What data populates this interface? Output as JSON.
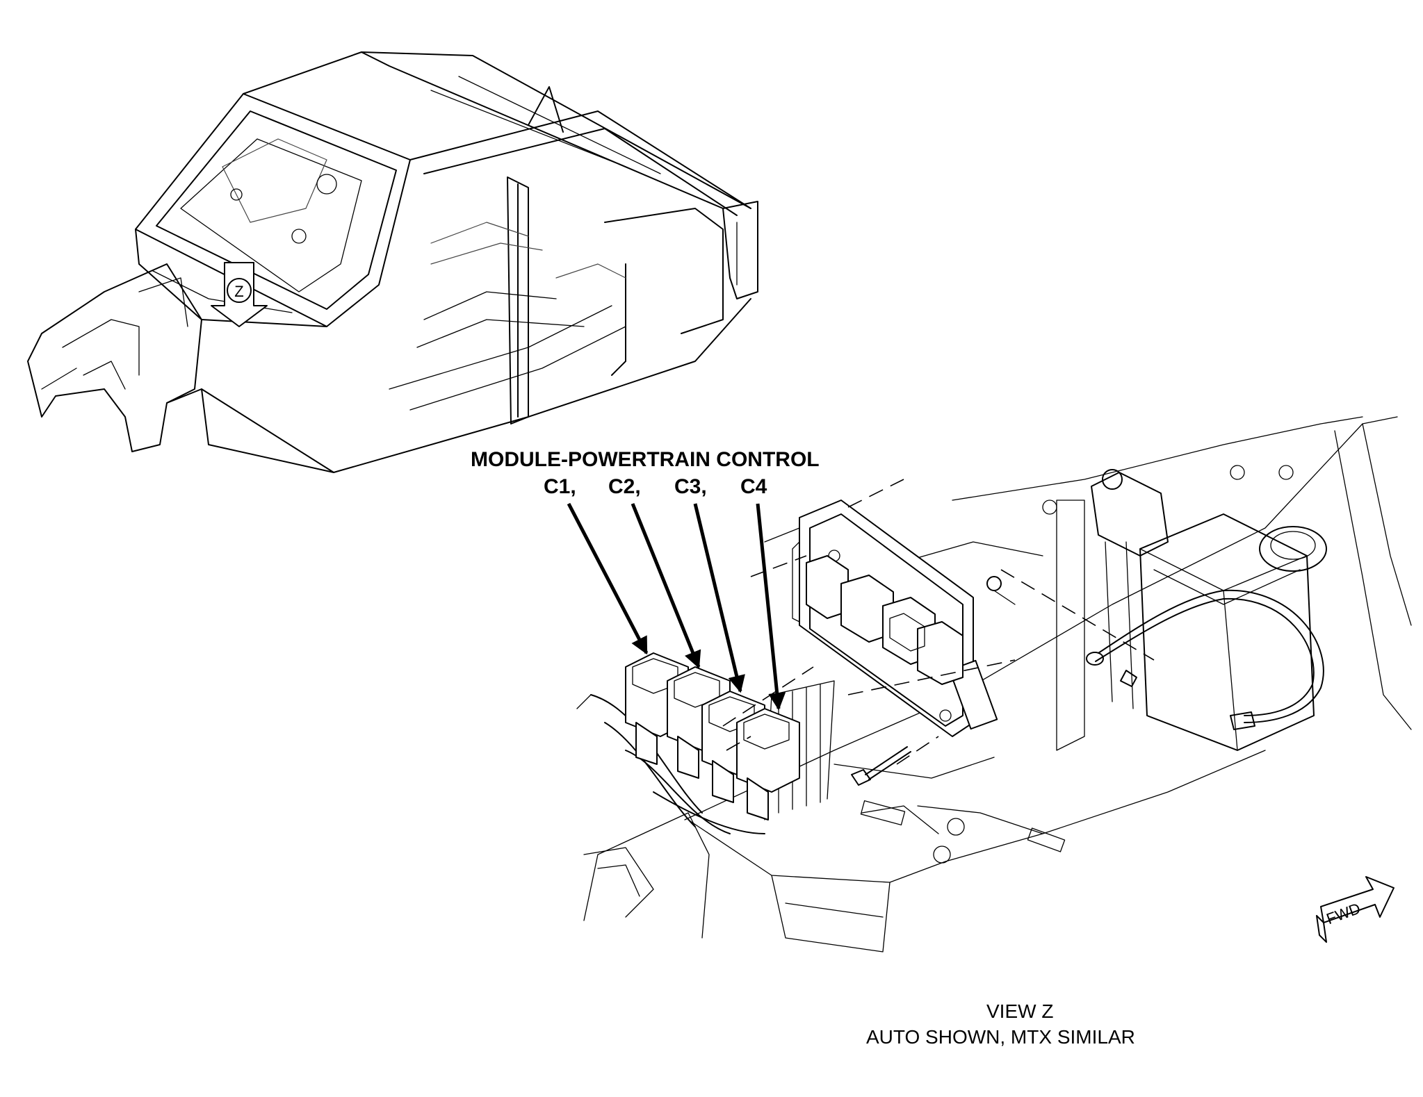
{
  "callout": {
    "title": "MODULE-POWERTRAIN CONTROL",
    "connectors": [
      "C1,",
      "C2,",
      "C3,",
      "C4"
    ]
  },
  "view_marker": "Z",
  "caption": {
    "line1": "VIEW Z",
    "line2": "AUTO SHOWN, MTX SIMILAR"
  },
  "direction_badge": "FWD"
}
